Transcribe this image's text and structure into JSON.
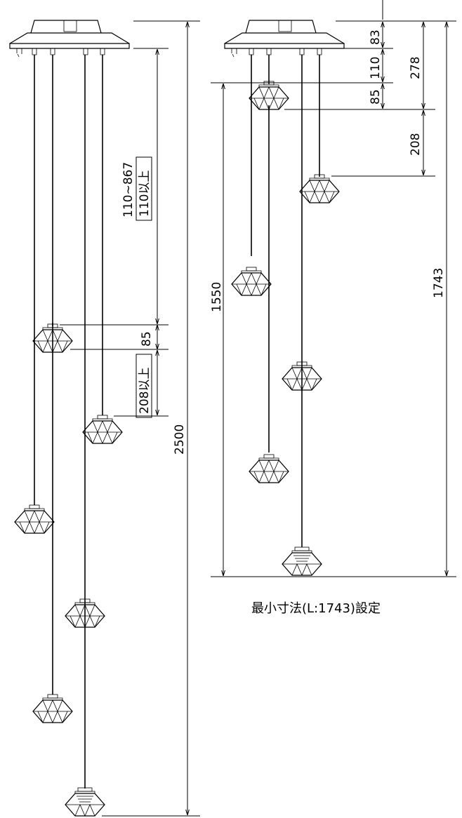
{
  "left_view": {
    "adjust_range": "110~867",
    "adjust_min_box": "110以上",
    "shade_height": "85",
    "gap_min_box": "208以上",
    "overall_length": "2500"
  },
  "right_view": {
    "canopy_height": "83",
    "top_gap": "110",
    "shade_height": "85",
    "step_278": "278",
    "step_208": "208",
    "length_1550": "1550",
    "length_1743": "1743"
  },
  "caption": "最小寸法(L:1743)設定"
}
